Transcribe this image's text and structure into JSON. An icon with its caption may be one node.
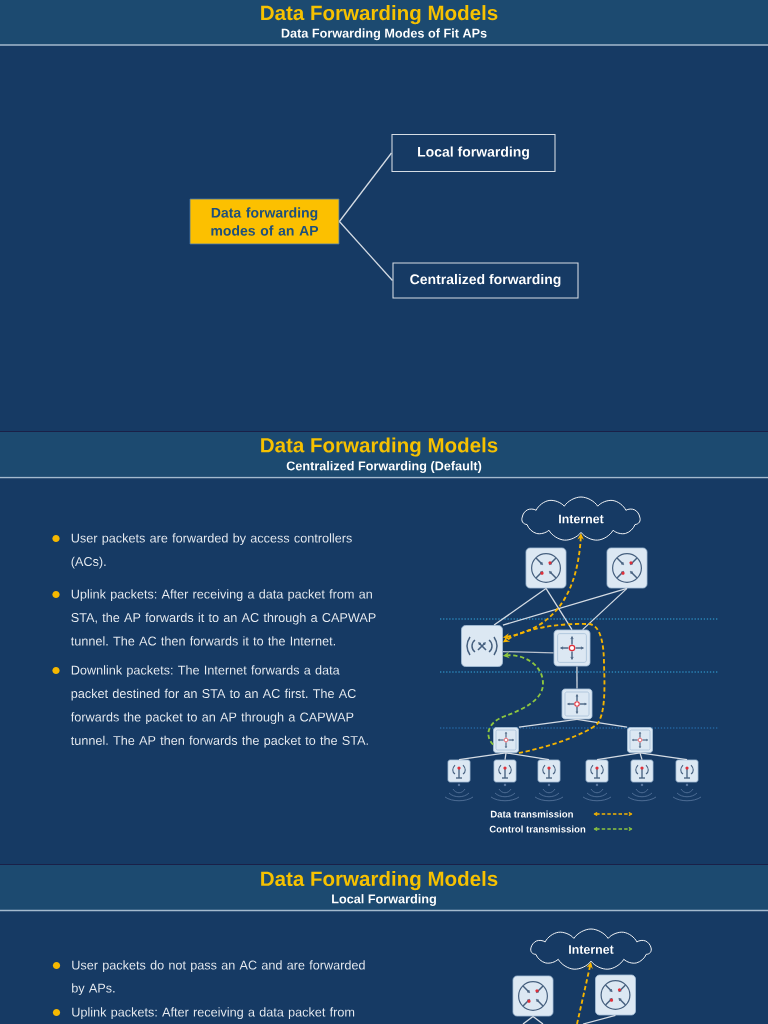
{
  "diagram": {
    "nodes": [
      {
        "text": [
          "Data forwarding modes of an AP"
        ]
      },
      {
        "text": [
          "Local forwarding"
        ]
      },
      {
        "text": [
          "Centralized forwarding"
        ]
      },
      {
        "text": [
          "Internet"
        ]
      },
      {
        "text": [],
        "shape": "picture"
      },
      {
        "text": [],
        "shape": "picture"
      },
      {
        "text": [],
        "shape": "picture"
      },
      {
        "text": [],
        "shape": "picture"
      },
      {
        "text": [],
        "shape": "picture"
      },
      {
        "text": [],
        "shape": "picture"
      },
      {
        "text": [],
        "shape": "picture"
      },
      {
        "text": [],
        "shape": "picture"
      },
      {
        "text": [],
        "shape": "picture"
      },
      {
        "text": [],
        "shape": "picture"
      },
      {
        "text": [],
        "shape": "picture"
      },
      {
        "text": [],
        "shape": "picture"
      },
      {
        "text": [],
        "shape": "picture"
      },
      {
        "text": [
          "Internet"
        ]
      },
      {
        "text": [],
        "shape": "picture"
      },
      {
        "text": [],
        "shape": "picture"
      }
    ],
    "edges": [
      {
        "from": 0,
        "to": 1,
        "arrow": "none"
      },
      {
        "from": 0,
        "to": 2,
        "arrow": "none"
      },
      {
        "from": 4,
        "to": 6,
        "arrow": "none"
      },
      {
        "from": 4,
        "to": 7,
        "arrow": "none"
      },
      {
        "from": 5,
        "to": 6,
        "arrow": "none"
      },
      {
        "from": 5,
        "to": 7,
        "arrow": "none"
      },
      {
        "from": 6,
        "to": 7,
        "arrow": "none",
        "color": "#b9c1cc"
      },
      {
        "from": 7,
        "to": 8,
        "arrow": "none"
      },
      {
        "from": 8,
        "to": 9,
        "arrow": "none"
      },
      {
        "from": 8,
        "to": 10,
        "arrow": "none"
      },
      {
        "from": 9,
        "to": 11,
        "arrow": "none"
      },
      {
        "from": 9,
        "to": 12,
        "arrow": "none"
      },
      {
        "from": 9,
        "to": 13,
        "arrow": "none"
      },
      {
        "from": 10,
        "to": 14,
        "arrow": "none"
      },
      {
        "from": 10,
        "to": 15,
        "arrow": "none"
      },
      {
        "from": 10,
        "to": 16,
        "arrow": "none"
      },
      {
        "from": 6,
        "to": 3,
        "arrow": "both",
        "style": "dashed",
        "color": "#f5b400"
      },
      {
        "from": 9,
        "to": 6,
        "arrow": "to",
        "style": "dashed",
        "color": "#f5b400"
      },
      {
        "from": 9,
        "to": 6,
        "arrow": "to",
        "style": "dashed",
        "color": "#8dc63f"
      },
      {
        "from": 18,
        "to": null,
        "arrow": "none"
      },
      {
        "from": 18,
        "to": null,
        "arrow": "none"
      },
      {
        "from": 19,
        "to": null,
        "arrow": "none"
      },
      {
        "from": null,
        "to": 17,
        "arrow": "to",
        "style": "dashed",
        "color": "#f5b400"
      }
    ],
    "labels": [
      "Data Forwarding Models",
      "Data Forwarding Modes of Fit APs",
      "Data Forwarding Models",
      "Centralized Forwarding (Default)",
      "User packets are forwarded by access controllers (ACs).",
      "Uplink packets: After receiving a data packet from an STA, the AP forwards it to an AC through a CAPWAP tunnel. The AC then forwards it to the Internet.",
      "Downlink packets: The Internet forwards a data packet destined for an STA to an AC first. The AC forwards the packet to an AP through a CAPWAP tunnel. The AP then forwards the packet to the STA.",
      "Data Forwarding Models",
      "Local Forwarding",
      "User packets do not pass an AC and are forwarded by APs.",
      "Uplink packets: After receiving a data packet from"
    ],
    "legend": [
      {
        "text": "Data transmission"
      },
      {
        "text": "Control transmission"
      }
    ]
  }
}
